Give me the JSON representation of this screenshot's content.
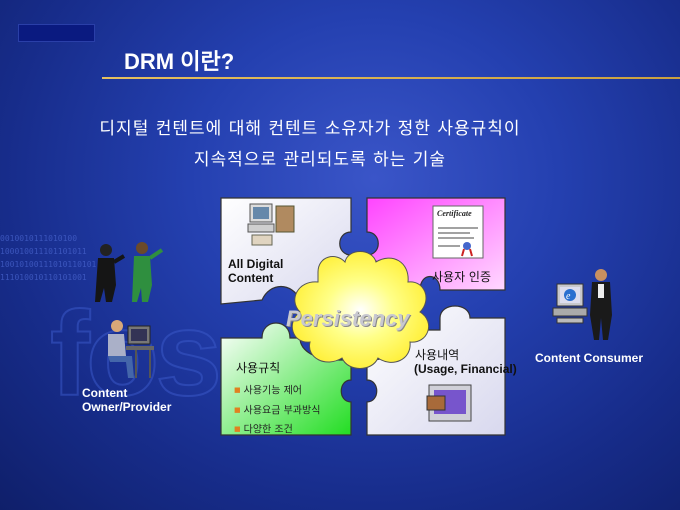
{
  "slide": {
    "title": "DRM 이란?",
    "subtitle_line1": "디지털 컨텐트에 대해 컨텐트 소유자가 정한 사용규칙이",
    "subtitle_line2": "지속적으로  관리되도록 하는 기술"
  },
  "puzzle": {
    "content_label_line1": "All Digital",
    "content_label_line2": "Content",
    "auth_label": "사용자 인증",
    "certificate_title": "Certificate",
    "center_label": "Persistency",
    "usage_title": "사용내역",
    "usage_subtitle": "(Usage, Financial)",
    "rules_title": "사용규칙",
    "rules_items": [
      "사용기능 제어",
      "사용요금 부과방식",
      "다양한 조건"
    ]
  },
  "actors": {
    "provider_line1": "Content",
    "provider_line2": "Owner/Provider",
    "consumer": "Content Consumer"
  },
  "background": {
    "watermark": "fos",
    "binary_rows": [
      "0010010111010100",
      "100010011101101011",
      "10010100111010110101",
      "111010010110101001"
    ]
  },
  "colors": {
    "top_left": "#ffffff",
    "top_right": "#ff66ff",
    "bottom_left": "#33dd33",
    "bottom_right": "#e6e6f2",
    "center": "#ffff66",
    "title_rule": "#e6c060"
  }
}
